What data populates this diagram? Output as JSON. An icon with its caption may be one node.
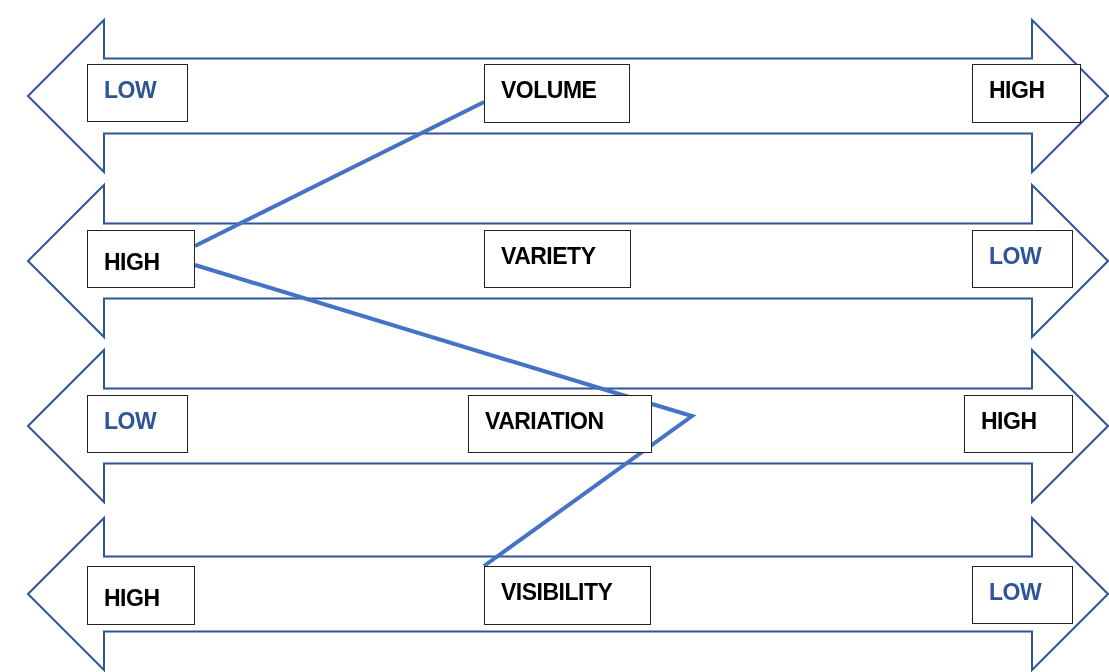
{
  "diagram": {
    "nodes": [
      {
        "text": [],
        "shape": "arrow"
      },
      {
        "text": [
          "LOW"
        ],
        "in": 0
      },
      {
        "text": [
          "VOLUME"
        ],
        "in": 0
      },
      {
        "text": [
          "HIGH"
        ],
        "in": 0
      },
      {
        "text": [],
        "shape": "arrow"
      },
      {
        "text": [
          "HIGH"
        ],
        "in": 4
      },
      {
        "text": [
          "VARIETY"
        ],
        "in": 4
      },
      {
        "text": [
          "LOW"
        ],
        "in": 4
      },
      {
        "text": [],
        "shape": "arrow"
      },
      {
        "text": [
          "LOW"
        ],
        "in": 8
      },
      {
        "text": [
          "VARIATION"
        ],
        "in": 8
      },
      {
        "text": [
          "HIGH"
        ],
        "in": 8
      },
      {
        "text": [],
        "shape": "arrow"
      },
      {
        "text": [
          "HIGH"
        ],
        "in": 12
      },
      {
        "text": [
          "VISIBILITY"
        ],
        "in": 12
      },
      {
        "text": [
          "LOW"
        ],
        "in": 12
      }
    ],
    "edges": [
      {
        "from": 2,
        "to": 5,
        "arrow": "none"
      },
      {
        "from": 5,
        "to": 10,
        "arrow": "none"
      },
      {
        "from": 10,
        "to": 14,
        "arrow": "none"
      }
    ]
  }
}
